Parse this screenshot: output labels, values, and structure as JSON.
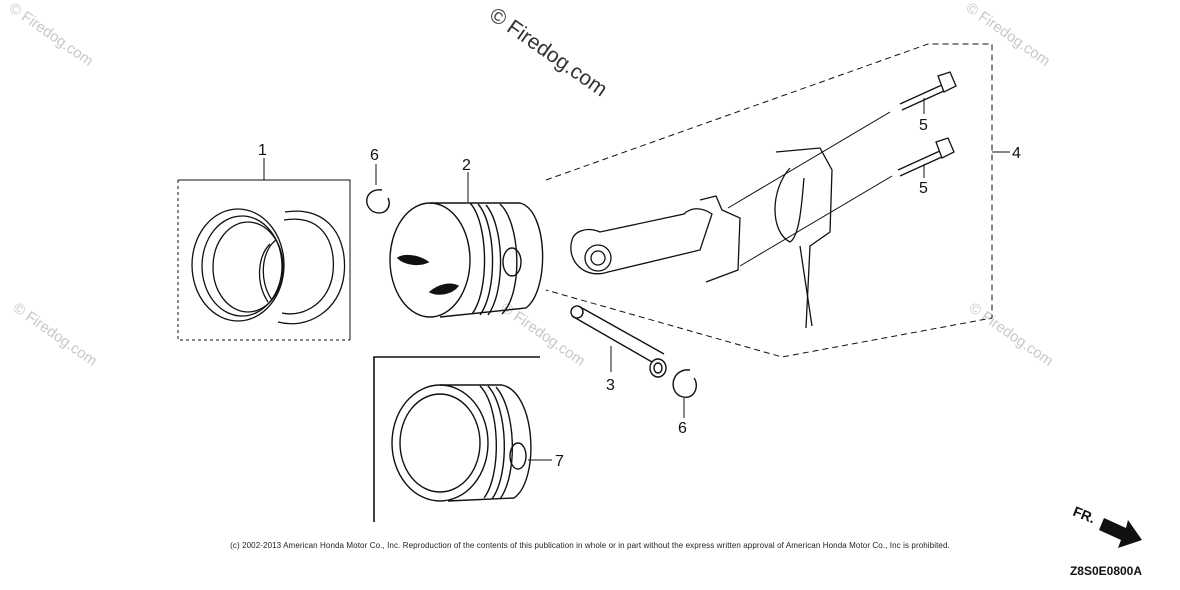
{
  "watermark": {
    "main": "© Firedog.com",
    "tile": "© Firedog.com"
  },
  "callouts": {
    "c1": "1",
    "c2": "2",
    "c3": "3",
    "c4": "4",
    "c5a": "5",
    "c5b": "5",
    "c6a": "6",
    "c6b": "6",
    "c7": "7"
  },
  "direction_label": "FR.",
  "footer": {
    "copyright": "(c) 2002-2013 American Honda Motor Co., Inc. Reproduction of the contents of this publication in whole or in part without the express written approval of American Honda Motor Co., Inc is prohibited.",
    "diagram_code": "Z8S0E0800A"
  },
  "colors": {
    "line": "#111111",
    "watermark": "#c8c8c8"
  }
}
